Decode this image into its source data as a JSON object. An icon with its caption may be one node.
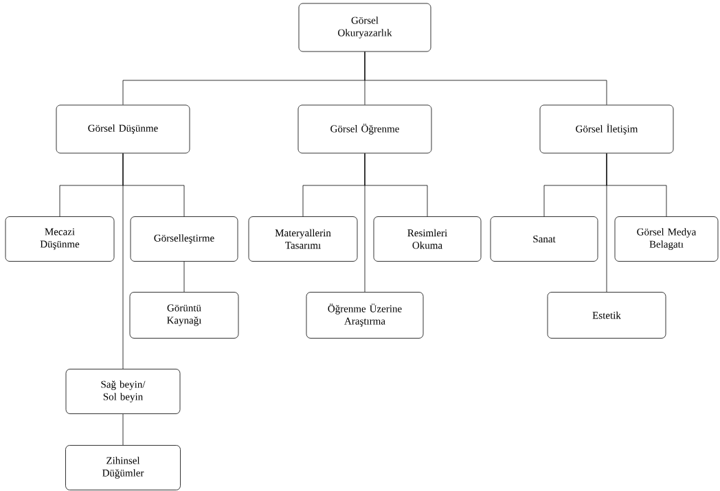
{
  "diagram": {
    "nodes": [
      {
        "text": [
          "Görsel Okuryazarlık"
        ]
      },
      {
        "text": [
          "Görsel Düşünme"
        ]
      },
      {
        "text": [
          "Görsel Öğrenme"
        ]
      },
      {
        "text": [
          "Görsel İletişim"
        ]
      },
      {
        "text": [
          "Mecazi Düşünme"
        ]
      },
      {
        "text": [
          "Görselleştirme"
        ]
      },
      {
        "text": [
          "Görüntü Kaynağı"
        ]
      },
      {
        "text": [
          "Sağ beyin/ Sol beyin"
        ]
      },
      {
        "text": [
          "Zihinsel Düğümler"
        ]
      },
      {
        "text": [
          "Materyallerin Tasarımı"
        ]
      },
      {
        "text": [
          "Resimleri Okuma"
        ]
      },
      {
        "text": [
          "Öğrenme Üzerine Araştırma"
        ]
      },
      {
        "text": [
          "Sanat"
        ]
      },
      {
        "text": [
          "Görsel Medya Belagatı"
        ]
      },
      {
        "text": [
          "Estetik"
        ]
      }
    ],
    "edges": [
      {
        "from": 0,
        "to": 1,
        "arrow": "none"
      },
      {
        "from": 0,
        "to": 2,
        "arrow": "none"
      },
      {
        "from": 0,
        "to": 3,
        "arrow": "none"
      },
      {
        "from": 1,
        "to": 4,
        "arrow": "none"
      },
      {
        "from": 1,
        "to": 5,
        "arrow": "none"
      },
      {
        "from": 5,
        "to": 6,
        "arrow": "none"
      },
      {
        "from": 1,
        "to": 7,
        "arrow": "none"
      },
      {
        "from": 7,
        "to": 8,
        "arrow": "none"
      },
      {
        "from": 2,
        "to": 9,
        "arrow": "none"
      },
      {
        "from": 2,
        "to": 10,
        "arrow": "none"
      },
      {
        "from": 2,
        "to": 11,
        "arrow": "none"
      },
      {
        "from": 3,
        "to": 12,
        "arrow": "none"
      },
      {
        "from": 3,
        "to": 13,
        "arrow": "none"
      },
      {
        "from": 3,
        "to": 14,
        "arrow": "none"
      }
    ]
  }
}
